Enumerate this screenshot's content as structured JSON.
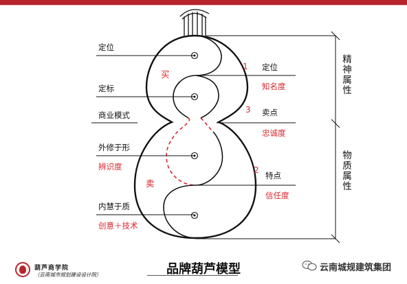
{
  "title": "品牌葫芦模型",
  "footer": {
    "org": "葫芦商学院",
    "org_sub": "（云南城市规划建设设计院）",
    "watermark": "云南城规建筑集团"
  },
  "left_labels": {
    "dingwei": "定位",
    "dingbiao": "定标",
    "shangye": "商业模式",
    "waixiu": "外修于形",
    "bianshi": "辨识度",
    "neihui": "内慧于质",
    "chuangyi": "创意＋技术"
  },
  "inner_labels": {
    "mai_buy": "买",
    "mai_sell": "卖"
  },
  "right_labels": {
    "num1": "1",
    "dingwei": "定位",
    "zhiming": "知名度",
    "num3": "3",
    "maidian": "卖点",
    "zhongcheng": "忠诚度",
    "num2": "2",
    "tedian": "特点",
    "xinren": "信任度"
  },
  "brackets": {
    "spirit": "精神属性",
    "material": "物质属性"
  },
  "colors": {
    "accent_red": "#d8262c",
    "top_bar": "#b8242c"
  }
}
